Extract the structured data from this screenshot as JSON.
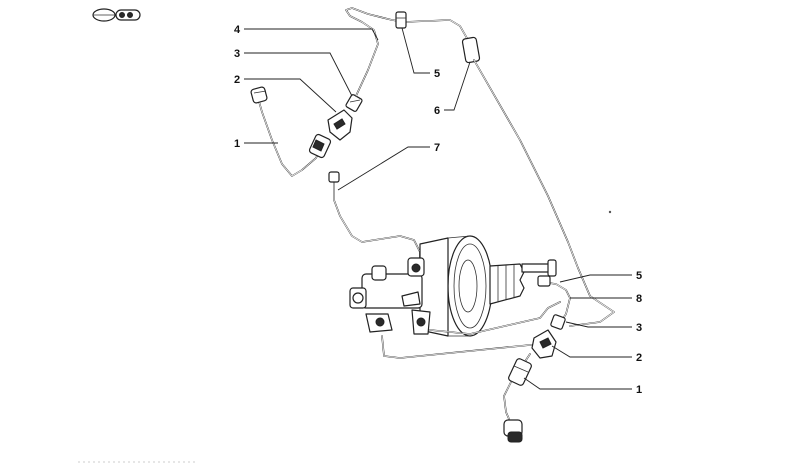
{
  "callouts": {
    "top_1": "1",
    "top_2": "2",
    "top_3": "3",
    "top_4": "4",
    "top_5": "5",
    "top_6": "6",
    "top_7": "7",
    "right_5": "5",
    "right_8": "8",
    "right_3": "3",
    "right_2": "2",
    "right_1": "1"
  },
  "icons": {
    "corner_logo": "hose-symbol-icon"
  }
}
